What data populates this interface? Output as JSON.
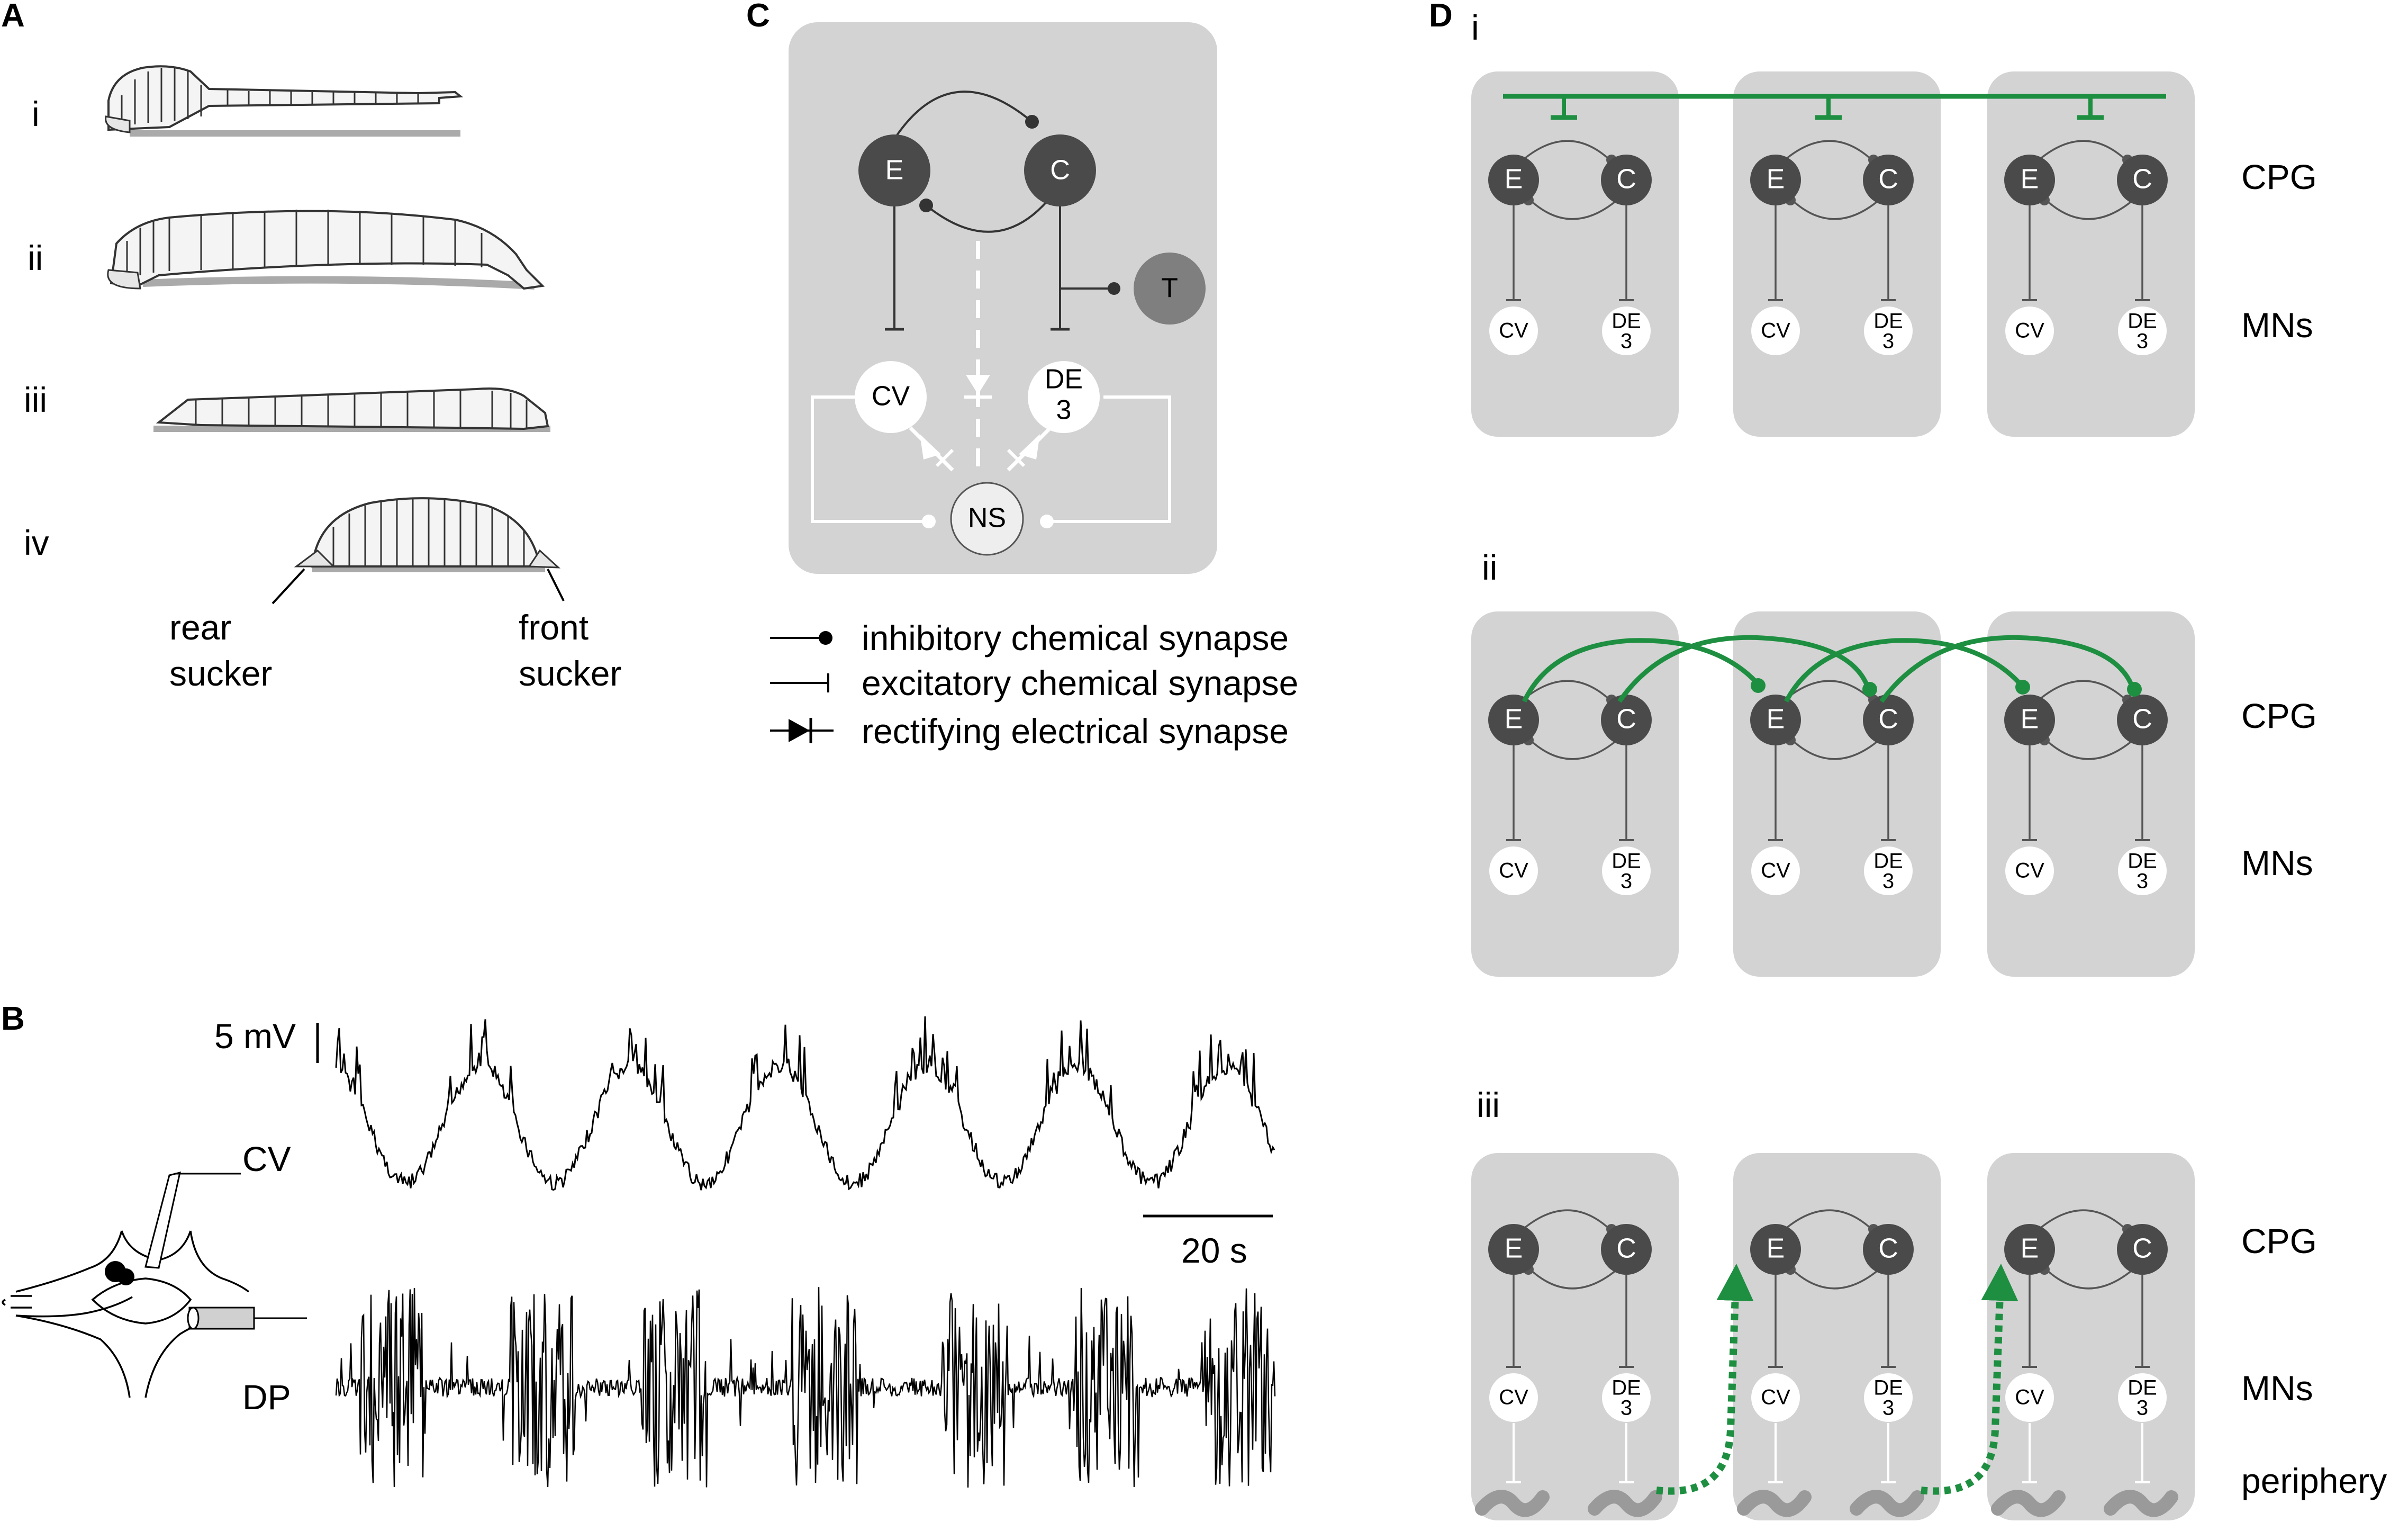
{
  "panels": {
    "A": {
      "label": "A",
      "stages": [
        "i",
        "ii",
        "iii",
        "iv"
      ],
      "rear_sucker": [
        "rear",
        "sucker"
      ],
      "front_sucker": [
        "front",
        "sucker"
      ]
    },
    "B": {
      "label": "B",
      "scale_v": "5 mV",
      "scale_t": "20 s",
      "trace_cv": "CV",
      "trace_dp": "DP"
    },
    "C": {
      "label": "C",
      "nodes": {
        "E": "E",
        "C": "C",
        "T": "T",
        "CV": "CV",
        "DE": "DE",
        "DE_num": "3",
        "NS": "NS"
      },
      "legend": [
        "inhibitory chemical synapse",
        "excitatory chemical synapse",
        "rectifying electrical synapse"
      ]
    },
    "D": {
      "label": "D",
      "subpanels": [
        "i",
        "ii",
        "iii"
      ],
      "row_labels": {
        "cpg": "CPG",
        "mns": "MNs",
        "periphery": "periphery"
      },
      "node_labels": {
        "E": "E",
        "C": "C",
        "CV": "CV",
        "DE": "DE",
        "DE_num": "3"
      }
    }
  },
  "colors": {
    "box": "#d3d3d3",
    "neuron_dark": "#4a4a4a",
    "neuron_tonic": "#7f7f7f",
    "coupling_green": "#1e8f41",
    "white": "#ffffff"
  }
}
